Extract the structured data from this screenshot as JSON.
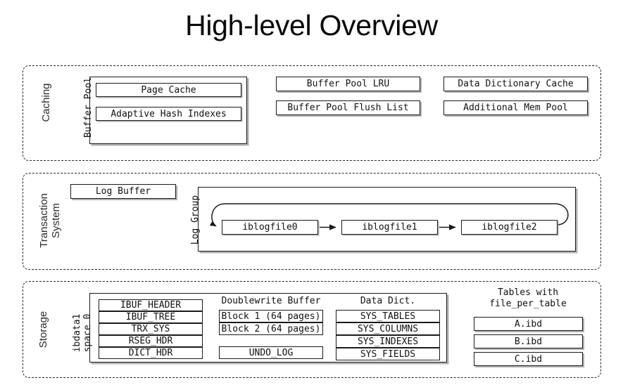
{
  "title": "High-level Overview",
  "sections": {
    "caching": {
      "label": "Caching",
      "buffer_pool": {
        "label": "Buffer Pool",
        "items": [
          {
            "label": "Page Cache"
          },
          {
            "label": "Adaptive Hash Indexes"
          }
        ]
      },
      "boxes": [
        {
          "label": "Buffer Pool LRU"
        },
        {
          "label": "Data Dictionary Cache"
        },
        {
          "label": "Buffer Pool Flush List"
        },
        {
          "label": "Additional Mem Pool"
        }
      ]
    },
    "transaction": {
      "label": "Transaction\nSystem",
      "log_buffer": {
        "label": "Log Buffer"
      },
      "log_group": {
        "label": "Log Group",
        "files": [
          {
            "label": "iblogfile0"
          },
          {
            "label": "iblogfile1"
          },
          {
            "label": "iblogfile2"
          }
        ]
      }
    },
    "storage": {
      "label": "Storage",
      "ibdata": {
        "label": "ibdata1\nspace 0",
        "rows": [
          {
            "label": "IBUF_HEADER"
          },
          {
            "label": "IBUF_TREE"
          },
          {
            "label": "TRX_SYS"
          },
          {
            "label": "RSEG_HDR"
          },
          {
            "label": "DICT_HDR"
          }
        ]
      },
      "doublewrite": {
        "caption": "Doublewrite Buffer",
        "rows": [
          {
            "label": "Block 1 (64 pages)"
          },
          {
            "label": "Block 2 (64 pages)"
          }
        ],
        "undo": {
          "label": "UNDO_LOG"
        }
      },
      "data_dict": {
        "caption": "Data Dict.",
        "rows": [
          {
            "label": "SYS_TABLES"
          },
          {
            "label": "SYS_COLUMNS"
          },
          {
            "label": "SYS_INDEXES"
          },
          {
            "label": "SYS_FIELDS"
          }
        ]
      },
      "file_per_table": {
        "caption": "Tables with\nfile_per_table",
        "files": [
          {
            "label": "A.ibd"
          },
          {
            "label": "B.ibd"
          },
          {
            "label": "C.ibd"
          }
        ]
      }
    }
  },
  "colors": {
    "stroke": "#1a1a1a",
    "dashed": "#262626",
    "text": "#111111",
    "background": "#ffffff"
  }
}
